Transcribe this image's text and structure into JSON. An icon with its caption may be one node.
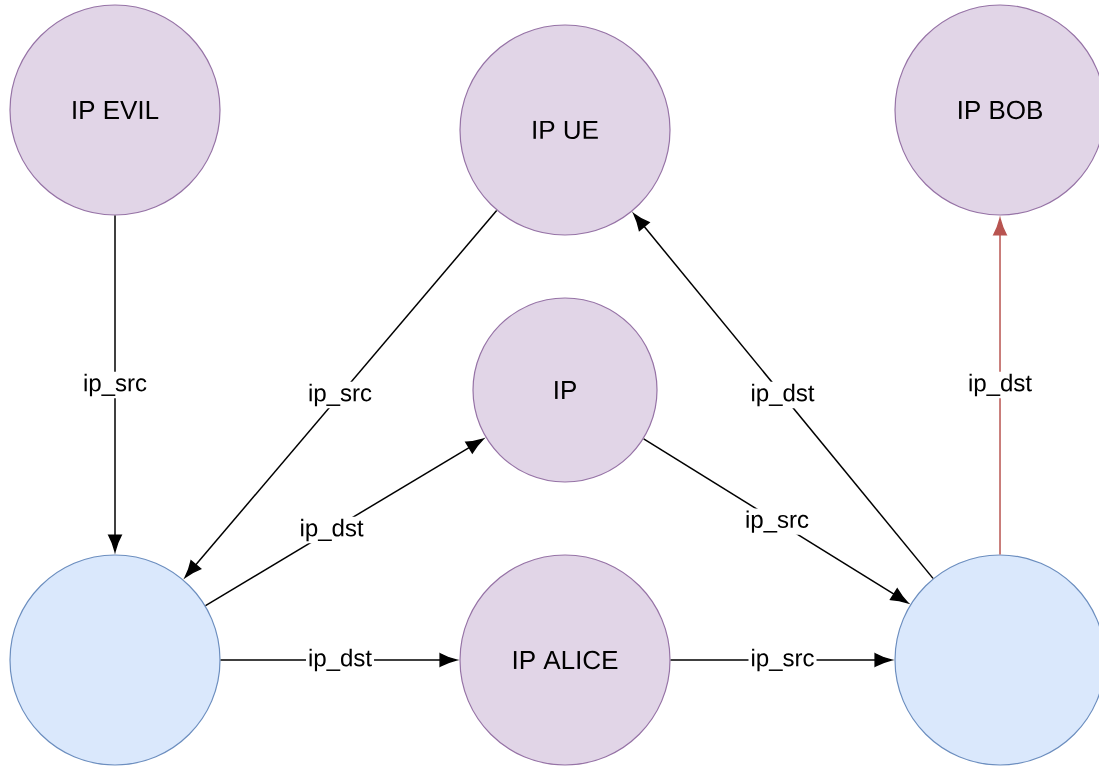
{
  "diagram": {
    "nodes": [
      {
        "text": [
          "IP EVIL"
        ]
      },
      {
        "text": [
          "IP UE"
        ]
      },
      {
        "text": [
          "IP BOB"
        ]
      },
      {
        "text": [
          "IP"
        ]
      },
      {
        "text": [],
        "shape": "circle"
      },
      {
        "text": [
          "IP ALICE"
        ]
      },
      {
        "text": [],
        "shape": "circle"
      }
    ],
    "edges": [
      {
        "from": 0,
        "to": 4,
        "arrow": "to",
        "label": "ip_src"
      },
      {
        "from": 1,
        "to": 4,
        "arrow": "to",
        "label": "ip_src"
      },
      {
        "from": 4,
        "to": 3,
        "arrow": "to",
        "label": "ip_dst"
      },
      {
        "from": 6,
        "to": 1,
        "arrow": "to",
        "label": "ip_dst"
      },
      {
        "from": 3,
        "to": 6,
        "arrow": "to",
        "label": "ip_src"
      },
      {
        "from": 6,
        "to": 2,
        "arrow": "to",
        "label": "ip_dst",
        "color": "#b85450"
      },
      {
        "from": 4,
        "to": 5,
        "arrow": "to",
        "label": "ip_dst"
      },
      {
        "from": 5,
        "to": 6,
        "arrow": "to",
        "label": "ip_src"
      }
    ]
  }
}
